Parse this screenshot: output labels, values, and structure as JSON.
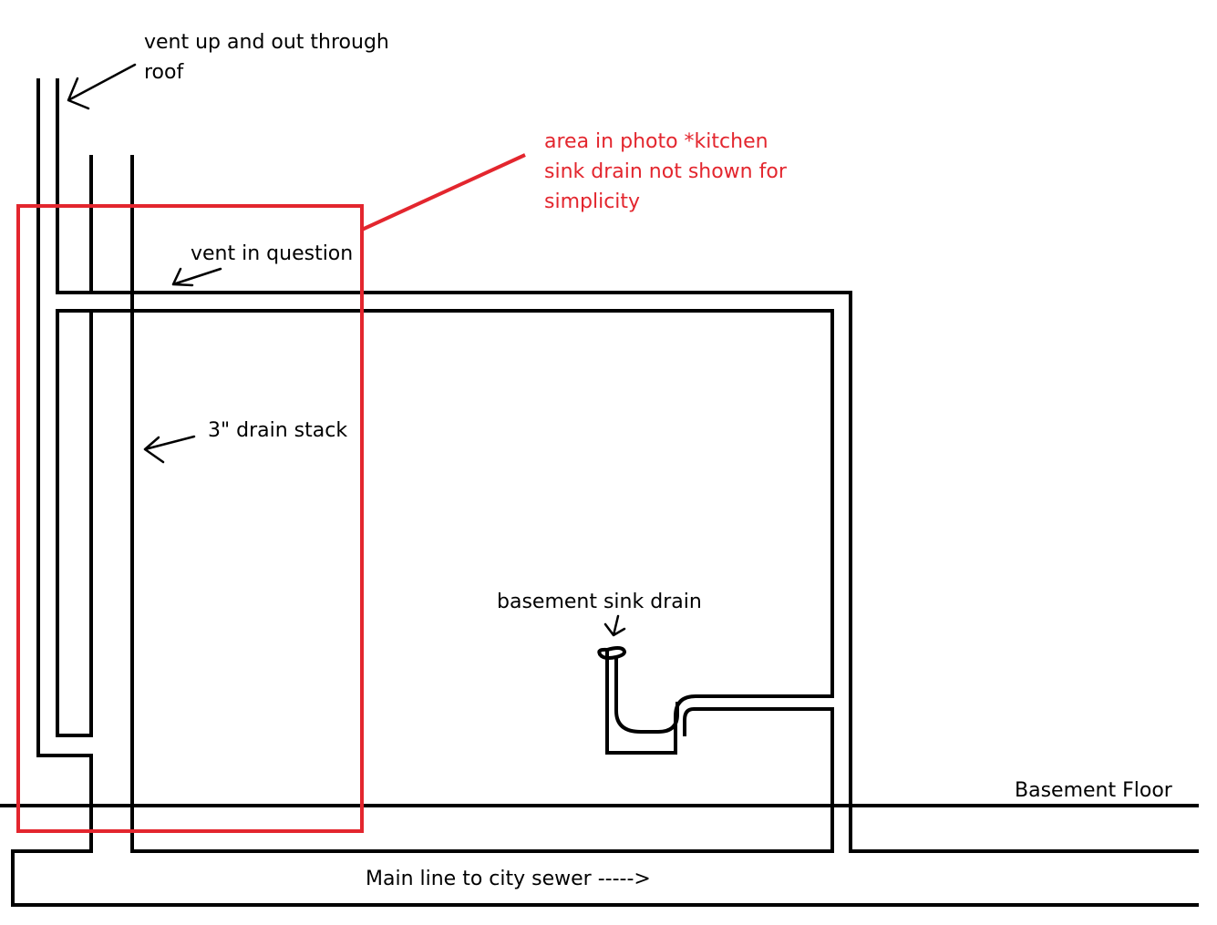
{
  "labels": {
    "vent_roof": [
      "vent up and out through",
      "roof"
    ],
    "area_note": [
      "area in photo *kitchen",
      "sink drain not shown for",
      "simplicity"
    ],
    "vent_question": "vent in question",
    "drain_stack": "3\" drain stack",
    "basement_sink": "basement sink drain",
    "basement_floor": "Basement Floor",
    "main_line": "Main line to city sewer ----->"
  },
  "colors": {
    "ink": "#000000",
    "highlight": "#e3262e",
    "background": "#ffffff"
  }
}
